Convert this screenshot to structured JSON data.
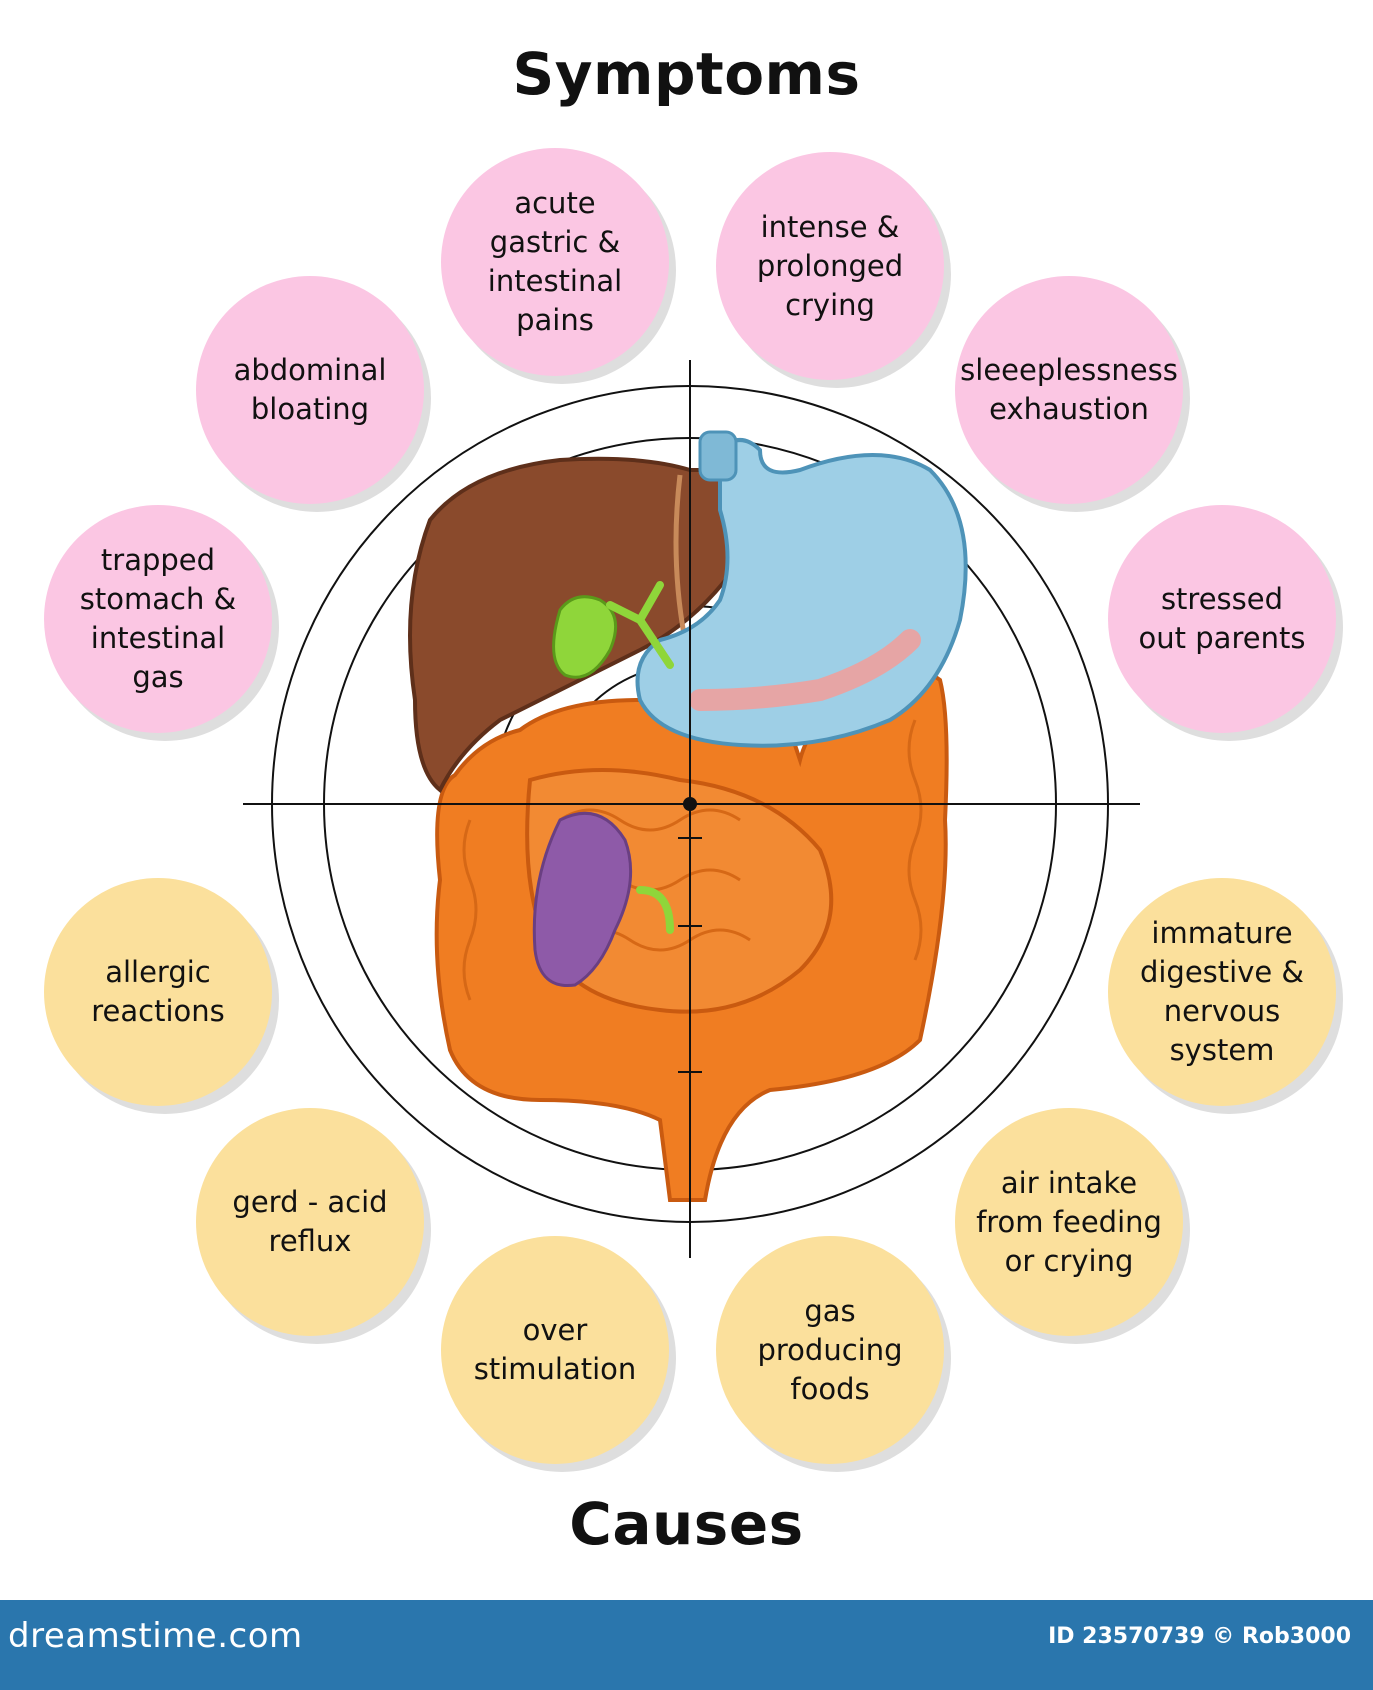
{
  "headings": {
    "symptoms": "Symptoms",
    "causes": "Causes"
  },
  "symptoms": [
    {
      "id": "acute-gastric-intestinal-pains",
      "text": "acute\ngastric &\nintestinal\npains"
    },
    {
      "id": "intense-prolonged-crying",
      "text": "intense &\nprolonged\ncrying"
    },
    {
      "id": "abdominal-bloating",
      "text": "abdominal\nbloating"
    },
    {
      "id": "sleeplessness-exhaustion",
      "text": "sleeeplessness\nexhaustion"
    },
    {
      "id": "trapped-stomach-intestinal-gas",
      "text": "trapped\nstomach &\nintestinal\ngas"
    },
    {
      "id": "stressed-out-parents",
      "text": "stressed\nout parents"
    }
  ],
  "causes": [
    {
      "id": "allergic-reactions",
      "text": "allergic\nreactions"
    },
    {
      "id": "immature-digestive-nervous-system",
      "text": "immature\ndigestive &\nnervous\nsystem"
    },
    {
      "id": "gerd-acid-reflux",
      "text": "gerd - acid\nreflux"
    },
    {
      "id": "air-intake-feeding-crying",
      "text": "air intake\nfrom feeding\nor crying"
    },
    {
      "id": "over-stimulation",
      "text": "over\nstimulation"
    },
    {
      "id": "gas-producing-foods",
      "text": "gas\nproducing\nfoods"
    }
  ],
  "colors": {
    "symptom_bubble": "#fbc6e3",
    "cause_bubble": "#fbe09c",
    "footer": "#2a76ad",
    "liver": "#8a4a2c",
    "stomach": "#9ecfe6",
    "intestine": "#f07d22",
    "gallbladder": "#8fd63a",
    "kidney": "#8e5aa8"
  },
  "footer": {
    "site": "dreamstime.com",
    "credit": "ID 23570739 © Rob3000"
  }
}
